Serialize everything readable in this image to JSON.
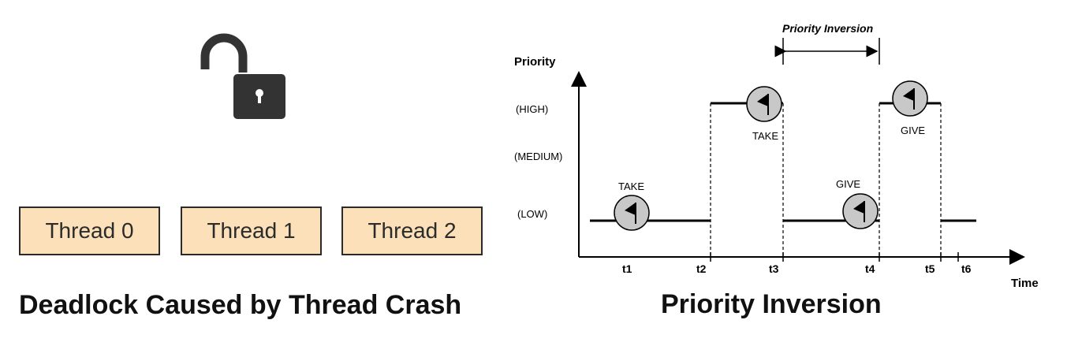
{
  "deadlock": {
    "threads": [
      "Thread 0",
      "Thread 1",
      "Thread 2"
    ],
    "caption": "Deadlock Caused by Thread Crash"
  },
  "priority_inversion": {
    "caption": "Priority Inversion",
    "span_label": "Priority Inversion",
    "ylabel": "Priority",
    "xlabel": "Time",
    "levels": [
      "(HIGH)",
      "(MEDIUM)",
      "(LOW)"
    ],
    "ticks": [
      "t1",
      "t2",
      "t3",
      "t4",
      "t5",
      "t6"
    ],
    "events": {
      "take_low": "TAKE",
      "take_high": "TAKE",
      "give_low": "GIVE",
      "give_high": "GIVE"
    }
  },
  "colors": {
    "thread_fill": "#fbe0b9",
    "lock": "#333333",
    "flag_circle": "#c8c8c8"
  },
  "icons": [
    "open-padlock-icon",
    "flag-icon"
  ]
}
